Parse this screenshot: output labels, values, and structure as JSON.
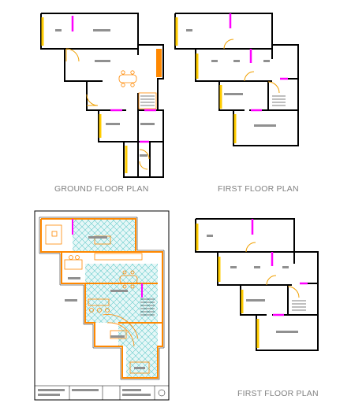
{
  "captions": {
    "ground_floor": "GROUND FLOOR PLAN",
    "first_floor_top": "FIRST FLOOR PLAN",
    "first_floor_bottom": "FIRST FLOOR PLAN"
  },
  "colors": {
    "wall": "#000000",
    "window": "#ffcc00",
    "door_swing": "#f0a000",
    "partition": "#ff00ff",
    "furniture": "#ff8800",
    "tile_hatch": "#66cccc",
    "tile_fill": "#e6f7f7",
    "label_block": "#909090",
    "caption": "#808080"
  }
}
